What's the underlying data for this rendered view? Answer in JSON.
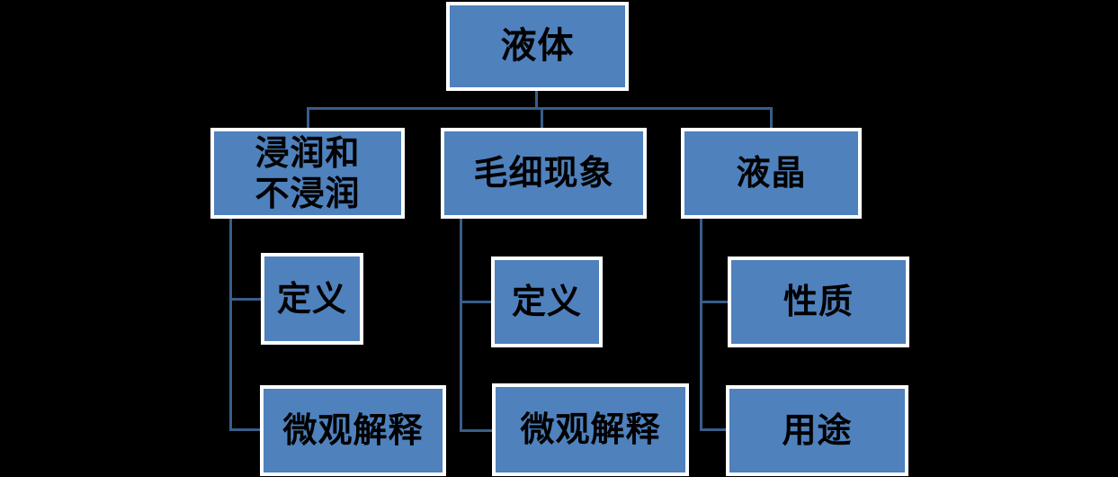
{
  "colors": {
    "background": "#000000",
    "node_fill": "#4f81bd",
    "node_border": "#ffffff",
    "connector": "#385d8a",
    "text": "#000000"
  },
  "tree": {
    "root": {
      "label": "液体"
    },
    "branches": [
      {
        "label": "浸润和不浸润",
        "label_line1": "浸润和",
        "label_line2": "不浸润",
        "children": [
          {
            "label": "定义"
          },
          {
            "label": "微观解释"
          }
        ]
      },
      {
        "label": "毛细现象",
        "children": [
          {
            "label": "定义"
          },
          {
            "label": "微观解释"
          }
        ]
      },
      {
        "label": "液晶",
        "children": [
          {
            "label": "性质"
          },
          {
            "label": "用途"
          }
        ]
      }
    ]
  }
}
